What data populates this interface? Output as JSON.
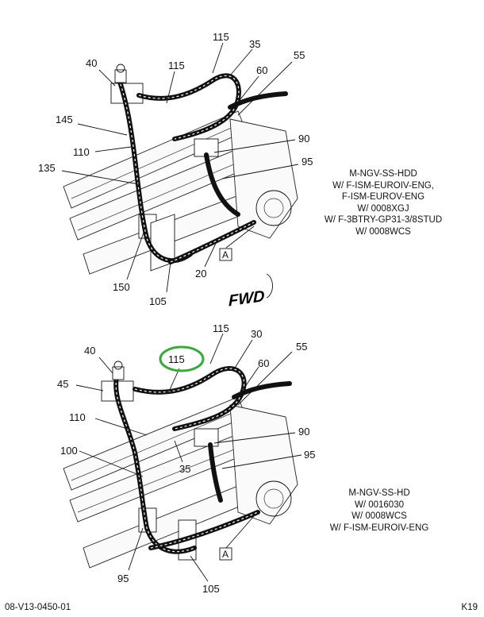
{
  "diagram": {
    "top": {
      "callouts": [
        "115",
        "35",
        "40",
        "115",
        "55",
        "60",
        "145",
        "110",
        "90",
        "135",
        "95",
        "150",
        "20",
        "105"
      ],
      "ref_box": "A",
      "fwd": "FWD",
      "notes": [
        "M-NGV-SS-HDD",
        "W/ F-ISM-EUROIV-ENG,",
        "F-ISM-EUROV-ENG",
        "W/ 0008XGJ",
        "W/ F-3BTRY-GP31-3/8STUD",
        "W/ 0008WCS"
      ]
    },
    "bottom": {
      "callouts": [
        "115",
        "30",
        "40",
        "115",
        "55",
        "45",
        "60",
        "110",
        "90",
        "35",
        "100",
        "95",
        "95",
        "105"
      ],
      "ref_box": "A",
      "highlight_color": "#3aa83a",
      "notes": [
        "M-NGV-SS-HD",
        "W/ 0016030",
        "W/ 0008WCS",
        "W/ F-ISM-EUROIV-ENG"
      ]
    }
  },
  "footer": {
    "left": "08-V13-0450-01",
    "right": "K19"
  }
}
